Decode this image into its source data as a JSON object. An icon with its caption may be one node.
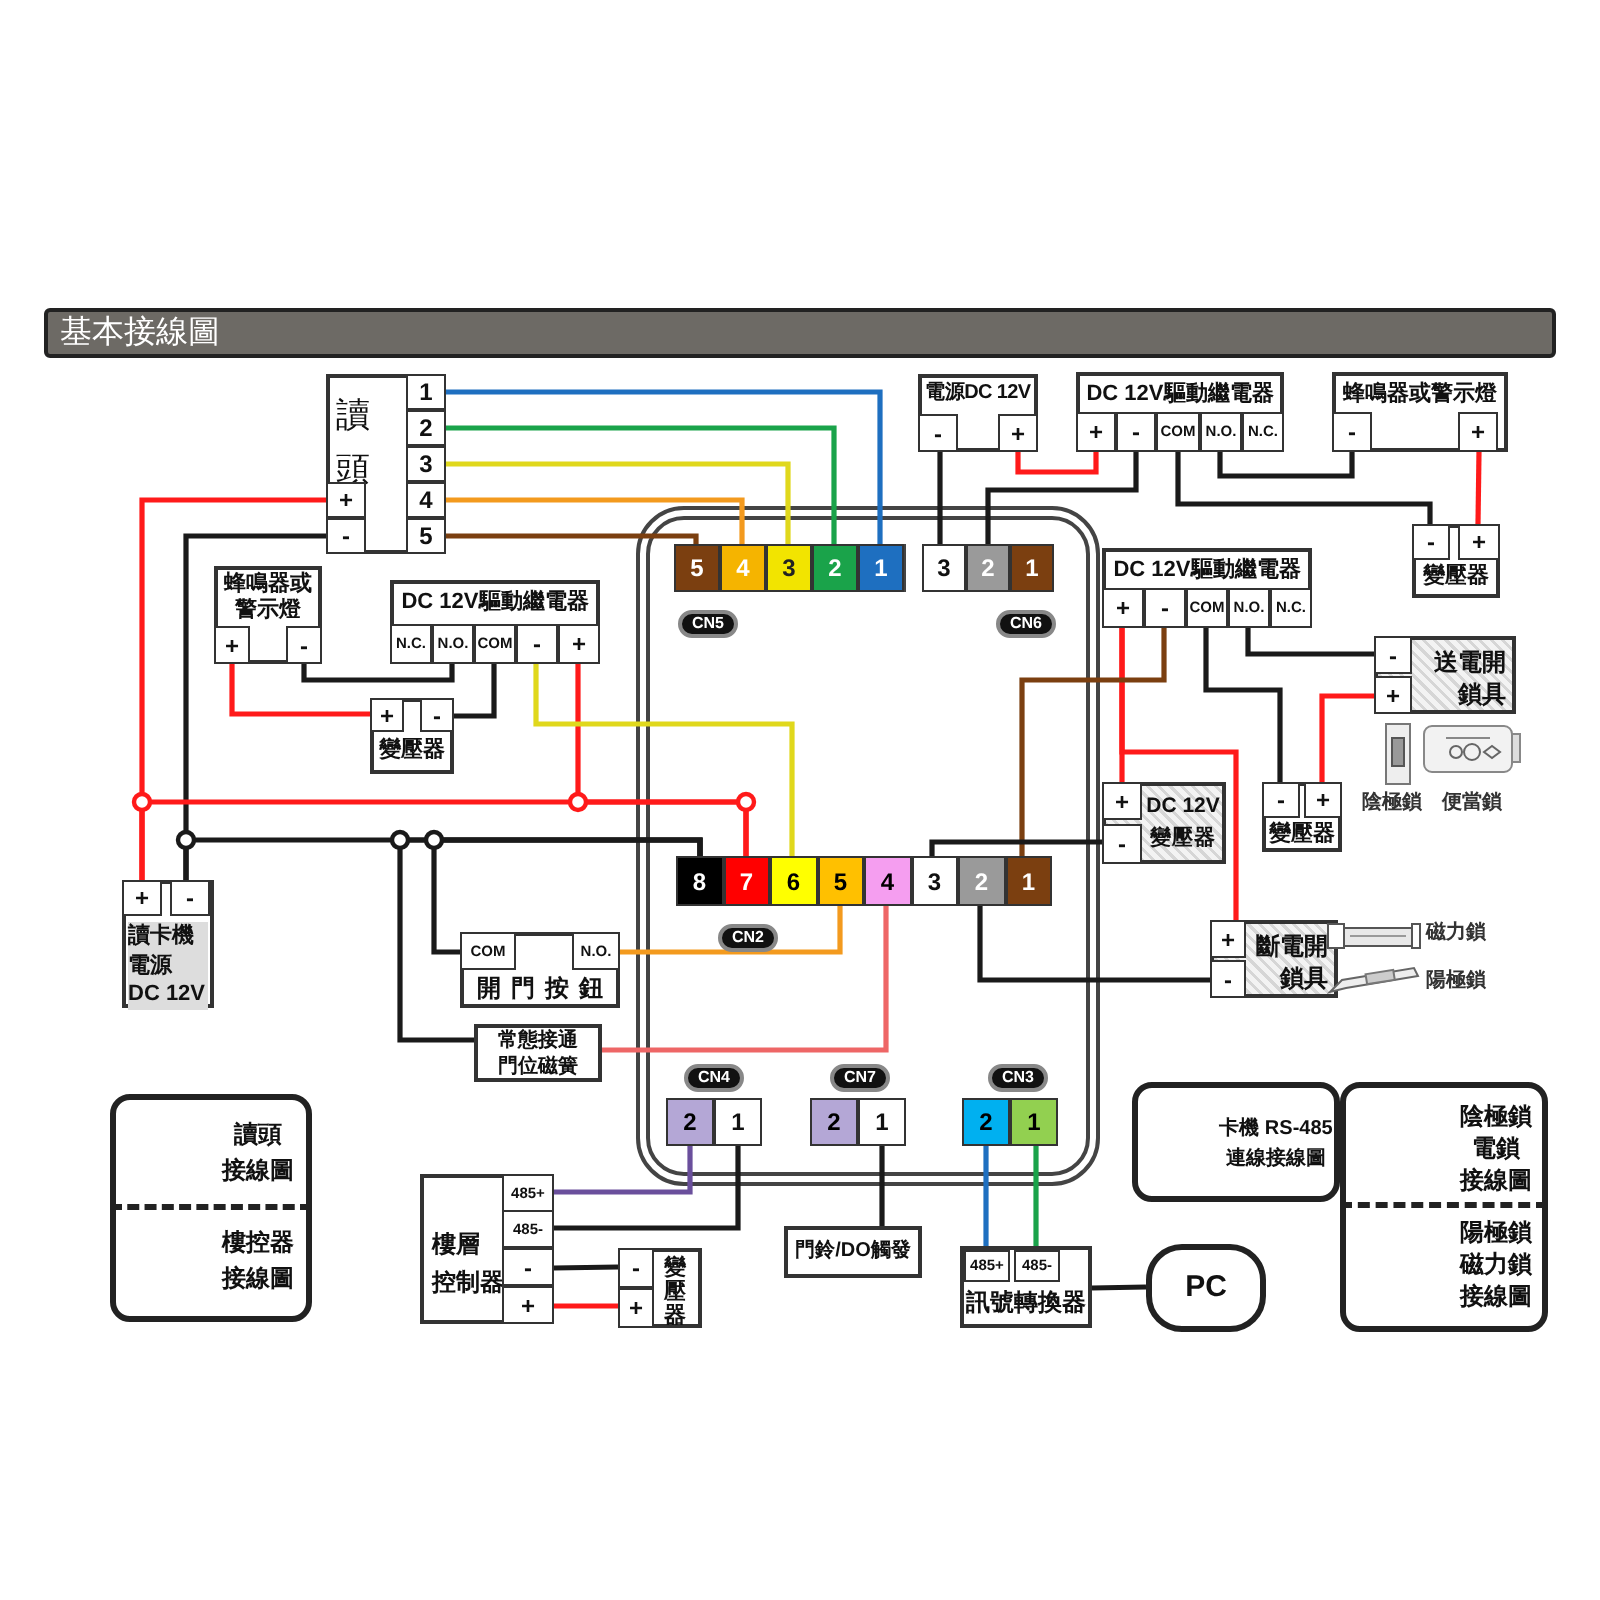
{
  "diagram": {
    "title": "基本接線圖",
    "nodes": [
      {
        "text": [],
        "shape": "box"
      },
      {
        "text": [
          "CN5"
        ],
        "in": 0
      },
      {
        "text": [
          "5"
        ],
        "in": 1
      },
      {
        "text": [
          "4"
        ],
        "in": 1
      },
      {
        "text": [
          "3"
        ],
        "in": 1
      },
      {
        "text": [
          "2"
        ],
        "in": 1
      },
      {
        "text": [
          "1"
        ],
        "in": 1
      },
      {
        "text": [
          "CN6"
        ],
        "in": 0
      },
      {
        "text": [
          "3"
        ],
        "in": 7
      },
      {
        "text": [
          "2"
        ],
        "in": 7
      },
      {
        "text": [
          "1"
        ],
        "in": 7
      },
      {
        "text": [
          "CN2"
        ],
        "in": 0
      },
      {
        "text": [
          "8"
        ],
        "in": 11
      },
      {
        "text": [
          "7"
        ],
        "in": 11
      },
      {
        "text": [
          "6"
        ],
        "in": 11
      },
      {
        "text": [
          "5"
        ],
        "in": 11
      },
      {
        "text": [
          "4"
        ],
        "in": 11
      },
      {
        "text": [
          "3"
        ],
        "in": 11
      },
      {
        "text": [
          "2"
        ],
        "in": 11
      },
      {
        "text": [
          "1"
        ],
        "in": 11
      },
      {
        "text": [
          "CN4"
        ],
        "in": 0
      },
      {
        "text": [
          "2"
        ],
        "in": 20
      },
      {
        "text": [
          "1"
        ],
        "in": 20
      },
      {
        "text": [
          "CN7"
        ],
        "in": 0
      },
      {
        "text": [
          "2"
        ],
        "in": 23
      },
      {
        "text": [
          "1"
        ],
        "in": 23
      },
      {
        "text": [
          "CN3"
        ],
        "in": 0
      },
      {
        "text": [
          "2"
        ],
        "in": 26
      },
      {
        "text": [
          "1"
        ],
        "in": 26
      },
      {
        "text": [
          "讀頭"
        ]
      },
      {
        "text": [
          "1"
        ],
        "in": 29
      },
      {
        "text": [
          "2"
        ],
        "in": 29
      },
      {
        "text": [
          "3"
        ],
        "in": 29
      },
      {
        "text": [
          "4"
        ],
        "in": 29
      },
      {
        "text": [
          "5"
        ],
        "in": 29
      },
      {
        "text": [
          "+"
        ],
        "in": 29
      },
      {
        "text": [
          "-"
        ],
        "in": 29
      },
      {
        "text": [
          "電源DC 12V"
        ]
      },
      {
        "text": [
          "-"
        ],
        "in": 37
      },
      {
        "text": [
          "+"
        ],
        "in": 37
      },
      {
        "text": [
          "DC 12V驅動繼電器"
        ]
      },
      {
        "text": [
          "+"
        ],
        "in": 40
      },
      {
        "text": [
          "-"
        ],
        "in": 40
      },
      {
        "text": [
          "COM"
        ],
        "in": 40
      },
      {
        "text": [
          "N.O."
        ],
        "in": 40
      },
      {
        "text": [
          "N.C."
        ],
        "in": 40
      },
      {
        "text": [
          "蜂鳴器或警示燈"
        ]
      },
      {
        "text": [
          "-"
        ],
        "in": 46
      },
      {
        "text": [
          "+"
        ],
        "in": 46
      },
      {
        "text": [
          "變壓器"
        ]
      },
      {
        "text": [
          "-"
        ],
        "in": 49
      },
      {
        "text": [
          "+"
        ],
        "in": 49
      },
      {
        "text": [
          "蜂鳴器或警示燈"
        ]
      },
      {
        "text": [
          "+"
        ],
        "in": 52
      },
      {
        "text": [
          "-"
        ],
        "in": 52
      },
      {
        "text": [
          "DC 12V驅動繼電器"
        ]
      },
      {
        "text": [
          "N.C."
        ],
        "in": 55
      },
      {
        "text": [
          "N.O."
        ],
        "in": 55
      },
      {
        "text": [
          "COM"
        ],
        "in": 55
      },
      {
        "text": [
          "-"
        ],
        "in": 55
      },
      {
        "text": [
          "+"
        ],
        "in": 55
      },
      {
        "text": [
          "變壓器"
        ]
      },
      {
        "text": [
          "+"
        ],
        "in": 61
      },
      {
        "text": [
          "-"
        ],
        "in": 61
      },
      {
        "text": [
          "DC 12V驅動繼電器"
        ]
      },
      {
        "text": [
          "+"
        ],
        "in": 64
      },
      {
        "text": [
          "-"
        ],
        "in": 64
      },
      {
        "text": [
          "COM"
        ],
        "in": 64
      },
      {
        "text": [
          "N.O."
        ],
        "in": 64
      },
      {
        "text": [
          "N.C."
        ],
        "in": 64
      },
      {
        "text": [
          "送電開鎖具"
        ]
      },
      {
        "text": [
          "-"
        ],
        "in": 70
      },
      {
        "text": [
          "+"
        ],
        "in": 70
      },
      {
        "text": [
          "DC 12V變壓器"
        ]
      },
      {
        "text": [
          "+"
        ],
        "in": 73
      },
      {
        "text": [
          "-"
        ],
        "in": 73
      },
      {
        "text": [
          "變壓器"
        ]
      },
      {
        "text": [
          "-"
        ],
        "in": 76
      },
      {
        "text": [
          "+"
        ],
        "in": 76
      },
      {
        "text": [
          "讀卡機電源DC 12V"
        ]
      },
      {
        "text": [
          "+"
        ],
        "in": 79
      },
      {
        "text": [
          "-"
        ],
        "in": 79
      },
      {
        "text": [
          "開門按鈕"
        ]
      },
      {
        "text": [
          "COM"
        ],
        "in": 82
      },
      {
        "text": [
          "N.O."
        ],
        "in": 82
      },
      {
        "text": [
          "斷電開鎖具"
        ]
      },
      {
        "text": [
          "+"
        ],
        "in": 85
      },
      {
        "text": [
          "-"
        ],
        "in": 85
      },
      {
        "text": [
          "常態接通門位磁簧"
        ]
      },
      {
        "text": [
          "樓層控制器"
        ]
      },
      {
        "text": [
          "485+"
        ],
        "in": 89
      },
      {
        "text": [
          "485-"
        ],
        "in": 89
      },
      {
        "text": [
          "-"
        ],
        "in": 89
      },
      {
        "text": [
          "+"
        ],
        "in": 89
      },
      {
        "text": [
          "變壓器"
        ]
      },
      {
        "text": [
          "-"
        ],
        "in": 94
      },
      {
        "text": [
          "+"
        ],
        "in": 94
      },
      {
        "text": [
          "門鈴/DO觸發"
        ]
      },
      {
        "text": [
          "訊號轉換器"
        ]
      },
      {
        "text": [
          "485+"
        ],
        "in": 98
      },
      {
        "text": [
          "485-"
        ],
        "in": 98
      },
      {
        "text": [
          "PC"
        ]
      },
      {
        "text": [
          "讀頭接線圖",
          "樓控器接線圖"
        ]
      },
      {
        "text": [
          "卡機 RS-485連線接線圖"
        ]
      },
      {
        "text": [
          "陰極鎖電鎖接線圖",
          "陽極鎖磁力鎖接線圖"
        ]
      }
    ],
    "edges": [
      {
        "from": 30,
        "to": 6,
        "arrow": "none",
        "color": "#1e6fc0"
      },
      {
        "from": 31,
        "to": 5,
        "arrow": "none",
        "color": "#1aa34a"
      },
      {
        "from": 32,
        "to": 4,
        "arrow": "none",
        "color": "#e0d81c"
      },
      {
        "from": 33,
        "to": 3,
        "arrow": "none",
        "color": "#f39a1e"
      },
      {
        "from": 34,
        "to": 2,
        "arrow": "none",
        "color": "#7b3f10"
      },
      {
        "from": 35,
        "to": 80,
        "arrow": "none",
        "color": "#ff1a1a"
      },
      {
        "from": 36,
        "to": 81,
        "arrow": "none"
      },
      {
        "from": 80,
        "to": 13,
        "arrow": "none",
        "color": "#ff1a1a"
      },
      {
        "from": 60,
        "to": 13,
        "arrow": "none",
        "color": "#ff1a1a"
      },
      {
        "from": 81,
        "to": 12,
        "arrow": "none"
      },
      {
        "from": 83,
        "to": 12,
        "arrow": "none"
      },
      {
        "from": 88,
        "to": 12,
        "arrow": "none"
      },
      {
        "from": 54,
        "to": 57,
        "arrow": "none"
      },
      {
        "from": 53,
        "to": 62,
        "arrow": "none",
        "color": "#ff1a1a"
      },
      {
        "from": 58,
        "to": 63,
        "arrow": "none"
      },
      {
        "from": 59,
        "to": 14,
        "arrow": "none",
        "color": "#e0d81c"
      },
      {
        "from": 38,
        "to": 8,
        "arrow": "none"
      },
      {
        "from": 39,
        "to": 41,
        "arrow": "none",
        "color": "#ff1a1a"
      },
      {
        "from": 42,
        "to": 9,
        "arrow": "none"
      },
      {
        "from": 43,
        "to": 50,
        "arrow": "none"
      },
      {
        "from": 44,
        "to": 47,
        "arrow": "none"
      },
      {
        "from": 48,
        "to": 51,
        "arrow": "none",
        "color": "#ff1a1a"
      },
      {
        "from": 65,
        "to": 74,
        "arrow": "none",
        "color": "#ff1a1a"
      },
      {
        "from": 65,
        "to": 86,
        "arrow": "none",
        "color": "#ff1a1a"
      },
      {
        "from": 66,
        "to": 19,
        "arrow": "none",
        "color": "#7b3f10"
      },
      {
        "from": 67,
        "to": 77,
        "arrow": "none"
      },
      {
        "from": 68,
        "to": 71,
        "arrow": "none"
      },
      {
        "from": 72,
        "to": 78,
        "arrow": "none",
        "color": "#ff1a1a"
      },
      {
        "from": 17,
        "to": 75,
        "arrow": "none"
      },
      {
        "from": 18,
        "to": 87,
        "arrow": "none"
      },
      {
        "from": 15,
        "to": 84,
        "arrow": "none",
        "color": "#f39a1e"
      },
      {
        "from": 16,
        "to": 88,
        "arrow": "none",
        "color": "#ee6666"
      },
      {
        "from": 21,
        "to": 90,
        "arrow": "none",
        "color": "#6a4f9c"
      },
      {
        "from": 22,
        "to": 91,
        "arrow": "none"
      },
      {
        "from": 92,
        "to": 95,
        "arrow": "none"
      },
      {
        "from": 93,
        "to": 96,
        "arrow": "none",
        "color": "#ff1a1a"
      },
      {
        "from": 25,
        "to": 97,
        "arrow": "none"
      },
      {
        "from": 27,
        "to": 99,
        "arrow": "none",
        "color": "#1e6fc0"
      },
      {
        "from": 28,
        "to": 100,
        "arrow": "none",
        "color": "#1aa34a"
      },
      {
        "from": 98,
        "to": 101,
        "arrow": "none"
      }
    ],
    "labels": [
      "陰極鎖",
      "便當鎖",
      "磁力鎖",
      "陽極鎖"
    ]
  }
}
